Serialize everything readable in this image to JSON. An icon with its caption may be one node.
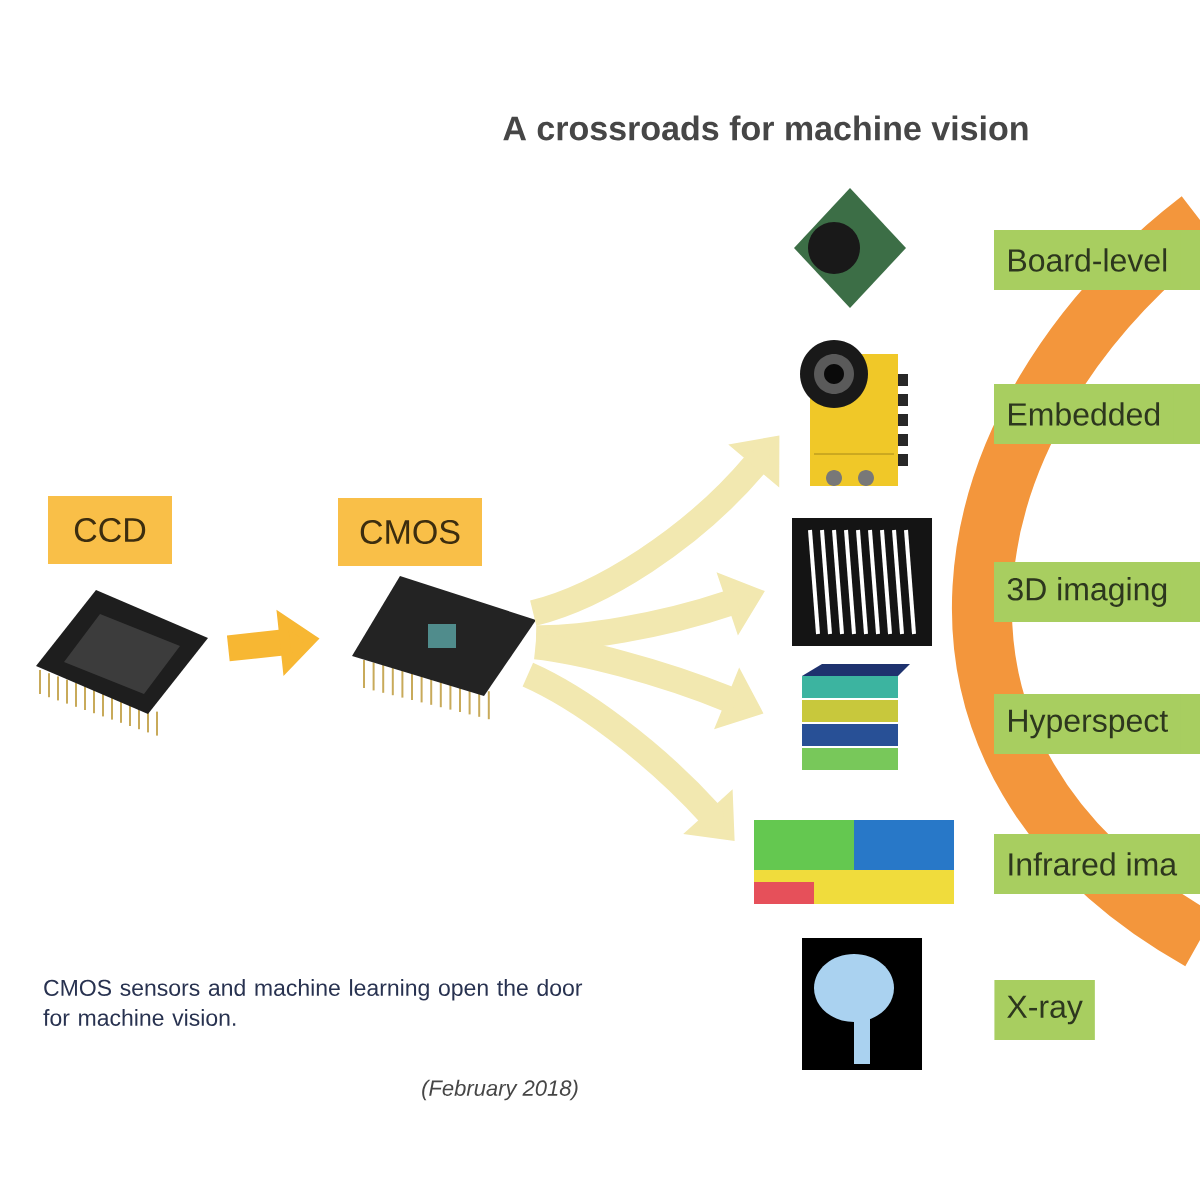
{
  "diagram": {
    "title": "A crossroads for machine vision",
    "caption": "CMOS sensors and machine learning open the door for machine vision.",
    "nodes": [
      {
        "text": [
          "CCD"
        ]
      },
      {
        "text": [],
        "shape": "picture"
      },
      {
        "text": [
          "CMOS"
        ]
      },
      {
        "text": [],
        "shape": "picture"
      },
      {
        "text": [],
        "shape": "picture"
      },
      {
        "text": [],
        "shape": "picture"
      },
      {
        "text": [],
        "shape": "picture"
      },
      {
        "text": [],
        "shape": "picture"
      },
      {
        "text": [],
        "shape": "picture"
      },
      {
        "text": [],
        "shape": "picture"
      },
      {
        "text": [
          "Board-level"
        ]
      },
      {
        "text": [
          "Embedded"
        ]
      },
      {
        "text": [
          "3D imaging"
        ]
      },
      {
        "text": [
          "Hyperspect"
        ]
      },
      {
        "text": [
          "Infrared ima"
        ]
      },
      {
        "text": [
          "X-ray"
        ]
      }
    ],
    "edges": [
      {
        "from": 1,
        "to": 3,
        "arrow": "to",
        "color": "#f7b733"
      },
      {
        "from": 3,
        "to": 5,
        "arrow": "to"
      },
      {
        "from": 3,
        "to": 6,
        "arrow": "to"
      },
      {
        "from": 3,
        "to": 7,
        "arrow": "to"
      },
      {
        "from": 3,
        "to": 8,
        "arrow": "to"
      }
    ],
    "labels": [
      "(February 2018)"
    ]
  }
}
